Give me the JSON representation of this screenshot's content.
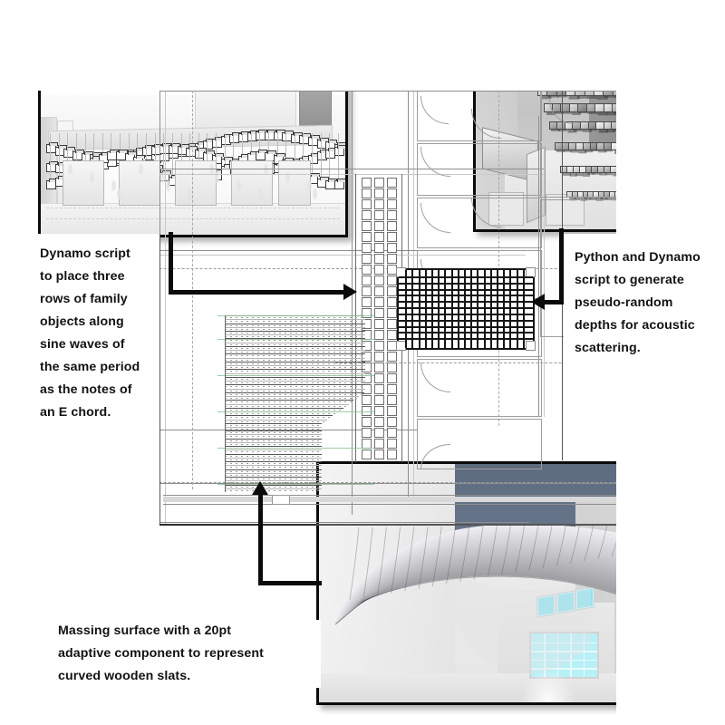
{
  "board": {
    "background_color": "#ffffff",
    "accent_color": "#0b0b0b"
  },
  "captions": [
    {
      "id": "caption-dynamo-sine",
      "text": "Dynamo script\nto place three\nrows of family\nobjects along\nsine waves of\nthe same period\nas the notes of\nan E chord."
    },
    {
      "id": "caption-python-acoustic",
      "text": "Python and Dynamo\nscript to generate\npseudo-random\ndepths for acoustic\nscattering."
    },
    {
      "id": "caption-massing-slats",
      "text": "Massing surface with a 20pt\nadaptive component to represent\ncurved wooden slats."
    }
  ],
  "panels": [
    {
      "id": "panel-sine-wave-3d-view",
      "name": "top-left-3d-view",
      "description": "3D Revit view of three rows of suspended cube family objects following sine waves above a row of piers"
    },
    {
      "id": "panel-acoustic-coffer-render",
      "name": "top-right-render",
      "description": "Grayscale render looking up at a coffered ceiling of pseudo-random depth boxes for acoustic scattering"
    },
    {
      "id": "panel-curved-slat-render",
      "name": "bottom-right-render",
      "description": "Interior render of a curved massing surface clad in wooden slats with clerestory windows and a glazed overhead door"
    }
  ],
  "plan": {
    "id": "floor-plan-drawing",
    "name": "architectural-floor-plan",
    "elements": {
      "acoustic_grid": {
        "columns": 20,
        "rows": 12
      },
      "column_strip": {
        "columns": 3,
        "rows": 26
      },
      "slat_field": {
        "slat_count": 46
      }
    }
  },
  "arrows": [
    {
      "id": "arrow-sine-to-plan",
      "direction": "right"
    },
    {
      "id": "arrow-coffer-to-acoustic",
      "direction": "left"
    },
    {
      "id": "arrow-render-to-slats",
      "direction": "up"
    }
  ]
}
